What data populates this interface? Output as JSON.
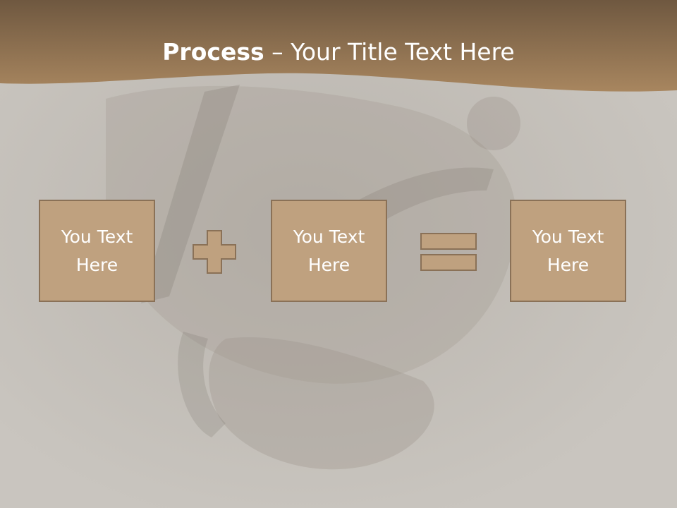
{
  "slide": {
    "title_bold": "Process",
    "title_sep": " – ",
    "title_rest": "Your Title Text Here"
  },
  "boxes": [
    {
      "text": "You Text Here"
    },
    {
      "text": "You Text Here"
    },
    {
      "text": "You Text Here"
    }
  ],
  "operators": {
    "first": "plus-icon",
    "second": "equals-icon"
  },
  "colors": {
    "banner": "#8b6c4b",
    "box_fill": "#bfa17f",
    "box_border": "#8a7157",
    "background": "#c9c5bf",
    "text": "#ffffff"
  }
}
